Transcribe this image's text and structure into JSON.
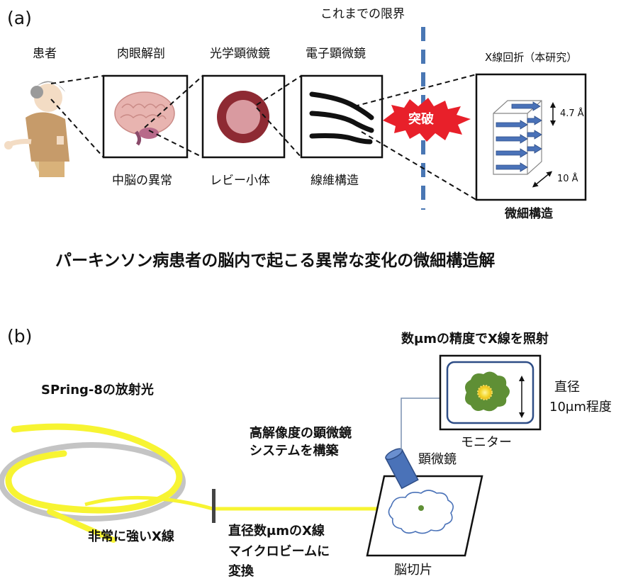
{
  "panel_a": {
    "label": "(a)",
    "limit_label": "これまでの限界",
    "patient": "患者",
    "stages": [
      {
        "top": "肉眼解剖",
        "bottom": "中脳の異常"
      },
      {
        "top": "光学顕微鏡",
        "bottom": "レビー小体"
      },
      {
        "top": "電子顕微鏡",
        "bottom": "線維構造"
      }
    ],
    "breakthrough": "突破",
    "xray_label": "X線回折（本研究）",
    "dim_top": "4.7 Å",
    "dim_bottom": "10 Å",
    "fine_structure": "微細構造",
    "headline": "パーキンソン病患者の脳内で起こる異常な変化の微細構造解"
  },
  "panel_b": {
    "label": "(b)",
    "title_top": "数μmの精度でX線を照射",
    "spring8": "SPring-8の放射光",
    "strong_xray": "非常に強いX線",
    "convert_line1": "直径数μmのX線",
    "convert_line2": "マイクロビームに",
    "convert_line3": "変換",
    "system_line1": "高解像度の顕微鏡",
    "system_line2": "システムを構築",
    "microscope": "顕微鏡",
    "monitor": "モニター",
    "diameter_line1": "直径",
    "diameter_line2": "10μm程度",
    "brain_slice": "脳切片"
  },
  "colors": {
    "dashed_line": "#4a77b4",
    "burst": "#e8202a",
    "arrow_fill": "#4a72b8",
    "beam": "#f7f432",
    "lewy_outer": "#8e2a33",
    "lewy_inner": "#d99aa0",
    "cell_green": "#5f8f35",
    "cell_core": "#f4d830"
  }
}
